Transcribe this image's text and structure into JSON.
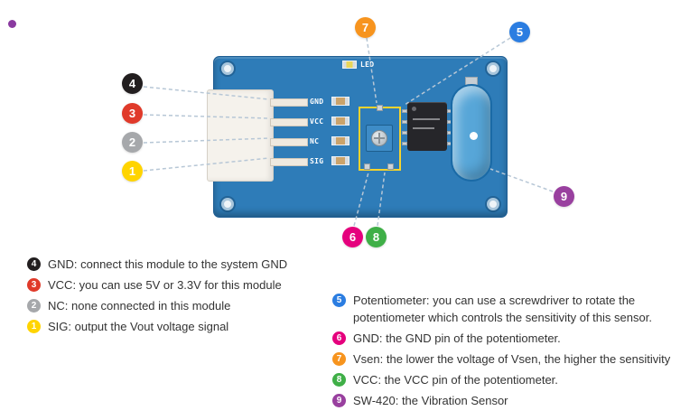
{
  "bullet_color": "#8a3aa0",
  "badges": {
    "b1": {
      "num": "1",
      "color": "#ffd400"
    },
    "b2": {
      "num": "2",
      "color": "#a6a8ab"
    },
    "b3": {
      "num": "3",
      "color": "#e03a2a"
    },
    "b4": {
      "num": "4",
      "color": "#221e1f"
    },
    "b5": {
      "num": "5",
      "color": "#2b7de1"
    },
    "b6": {
      "num": "6",
      "color": "#e5007d"
    },
    "b7": {
      "num": "7",
      "color": "#f7941e"
    },
    "b8": {
      "num": "8",
      "color": "#3faf47"
    },
    "b9": {
      "num": "9",
      "color": "#99409f"
    }
  },
  "board": {
    "color": "#2e7cb8",
    "pot_highlight_color": "#f6d32d",
    "sensor_color": "#57a6d8",
    "led_label": "LED",
    "pin_labels": [
      "GND",
      "VCC",
      "NC",
      "SIG"
    ]
  },
  "legend": {
    "left": [
      "GND: connect this module to the system GND",
      "VCC: you can use 5V or 3.3V for this module",
      "NC: none connected in this module",
      "SIG: output the Vout voltage signal"
    ],
    "right": [
      "Potentiometer: you can use a screwdriver to rotate the potentiometer which controls the sensitivity of this sensor.",
      "GND: the GND pin of the potentiometer.",
      "Vsen: the lower the voltage of Vsen, the higher the sensitivity",
      "VCC: the VCC pin of the potentiometer.",
      "SW-420: the Vibration Sensor"
    ]
  }
}
